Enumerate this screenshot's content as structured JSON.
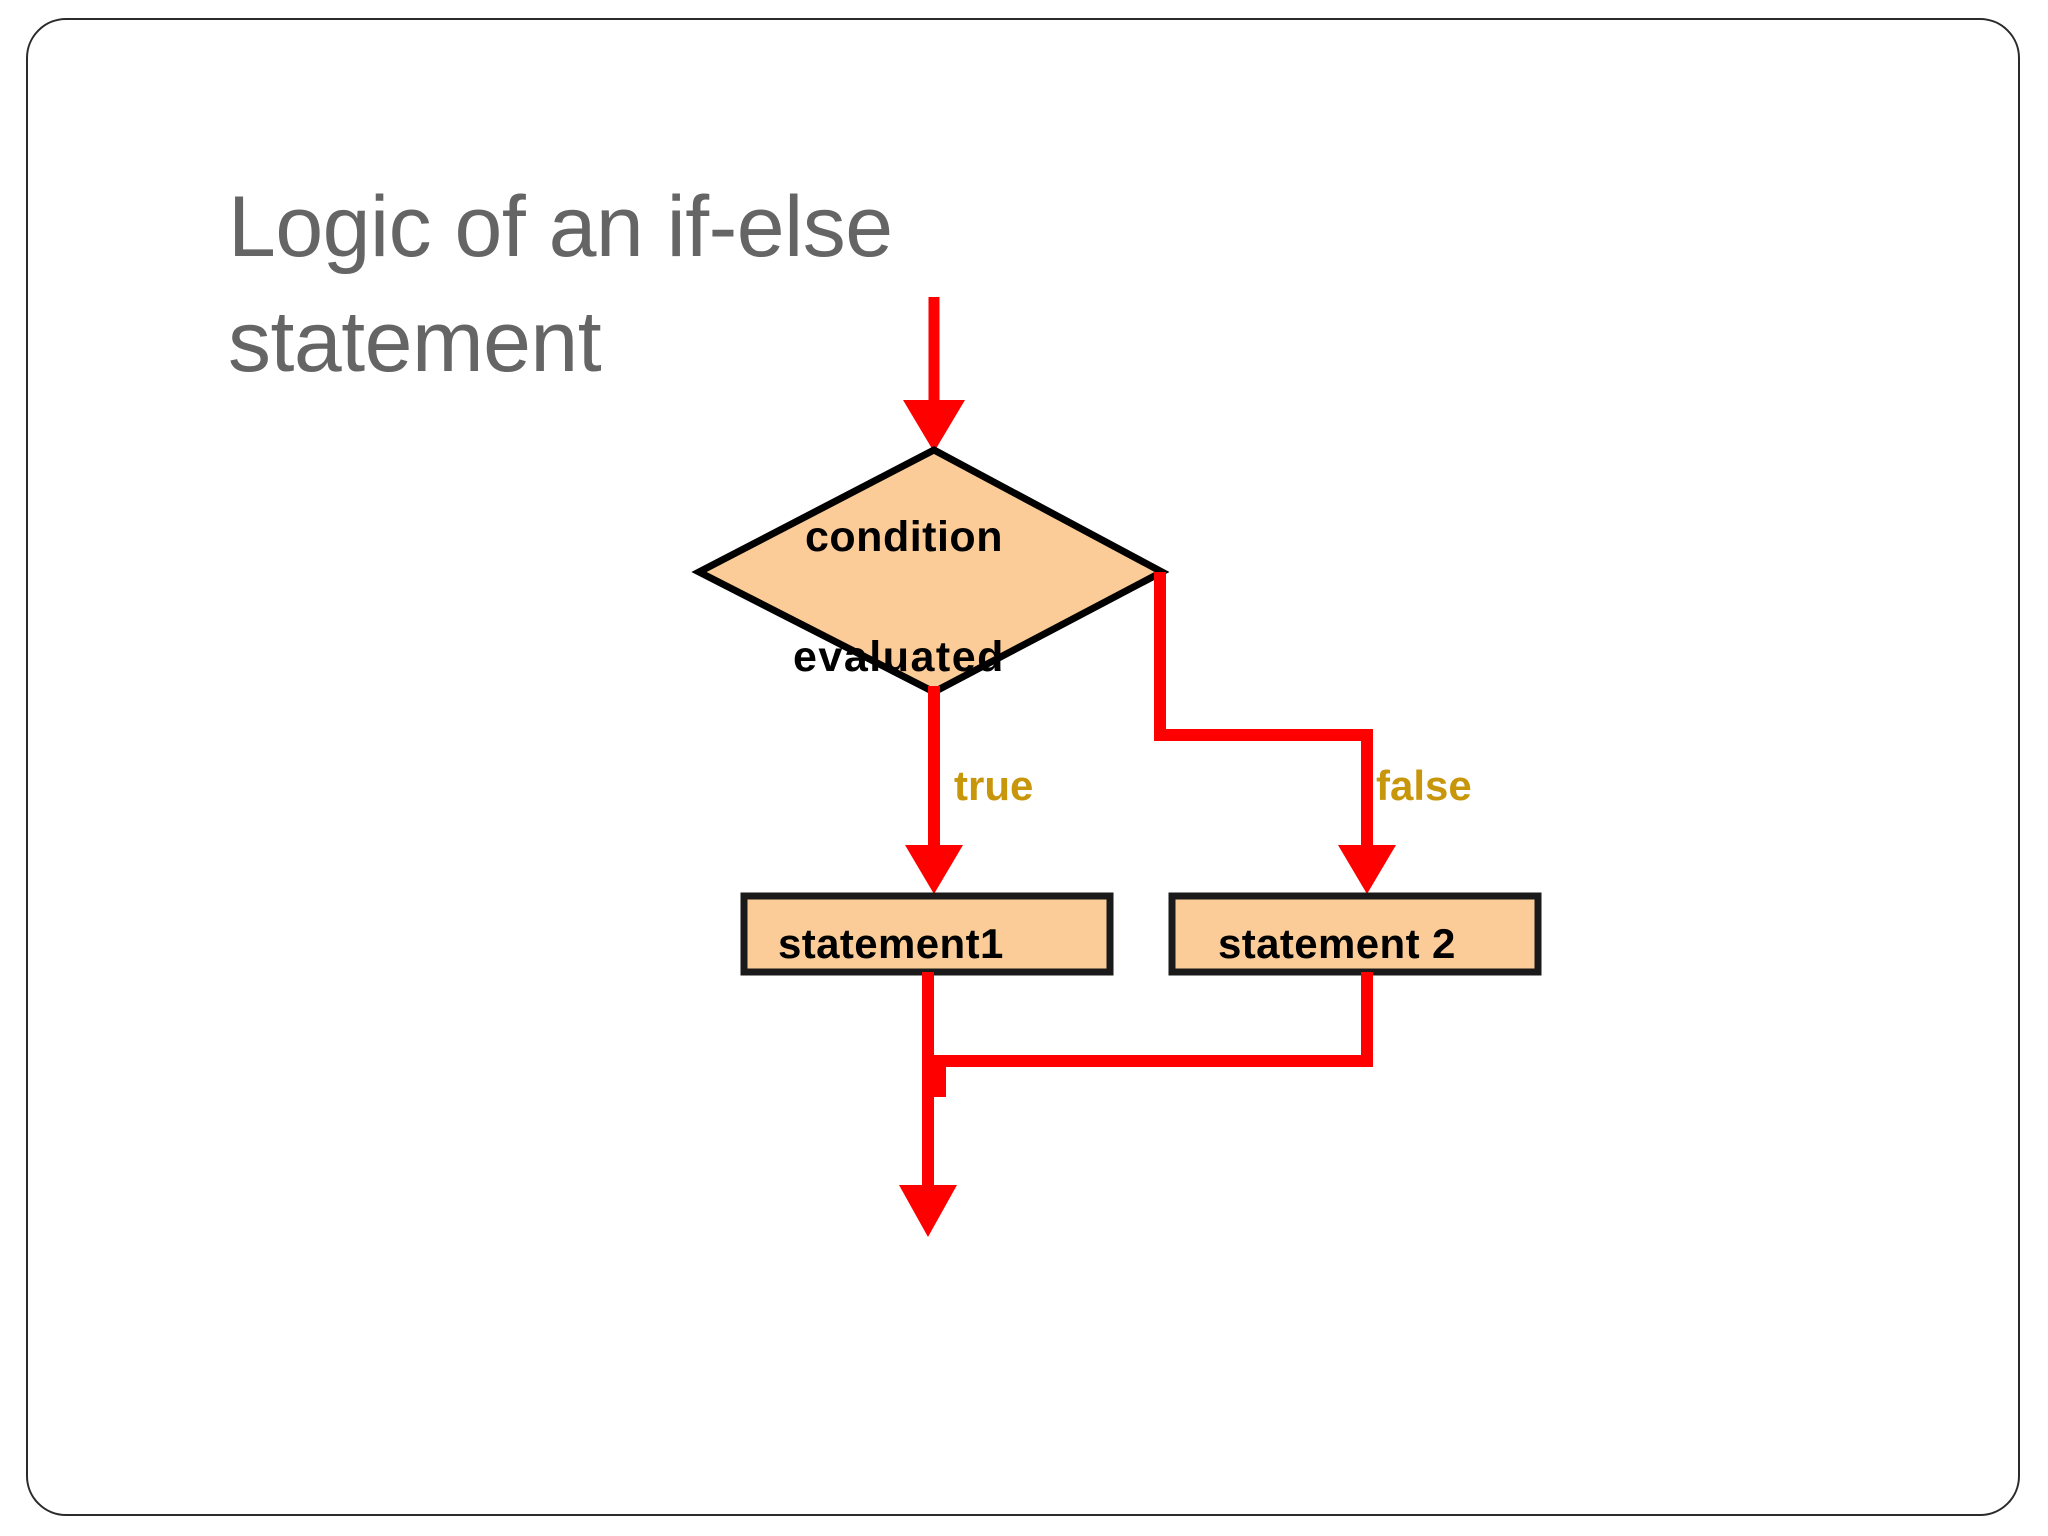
{
  "slide": {
    "title": "Logic of an if-else statement",
    "background_color": "#ffffff",
    "border_color": "#2b2b2b",
    "title_color": "#656565"
  },
  "colors": {
    "shape_fill": "#fbcc98",
    "shape_stroke": "#000000",
    "arrow": "#fe0000",
    "branch_label": "#c8960a",
    "node_text": "#000000"
  },
  "diagram": {
    "type": "flowchart",
    "nodes": [
      {
        "id": "decision",
        "shape": "diamond",
        "label_line1": "condition",
        "label_line2": "evaluated"
      },
      {
        "id": "true-branch",
        "shape": "rectangle",
        "label": "statement1"
      },
      {
        "id": "false-branch",
        "shape": "rectangle",
        "label": "statement 2"
      }
    ],
    "edges": [
      {
        "id": "entry",
        "from": "start",
        "to": "decision",
        "label": ""
      },
      {
        "id": "true-edge",
        "from": "decision",
        "to": "true-branch",
        "label": "true"
      },
      {
        "id": "false-edge",
        "from": "decision",
        "to": "false-branch",
        "label": "false"
      },
      {
        "id": "merge-left",
        "from": "true-branch",
        "to": "merge",
        "label": ""
      },
      {
        "id": "merge-right",
        "from": "false-branch",
        "to": "merge",
        "label": ""
      },
      {
        "id": "exit",
        "from": "merge",
        "to": "end",
        "label": ""
      }
    ]
  }
}
